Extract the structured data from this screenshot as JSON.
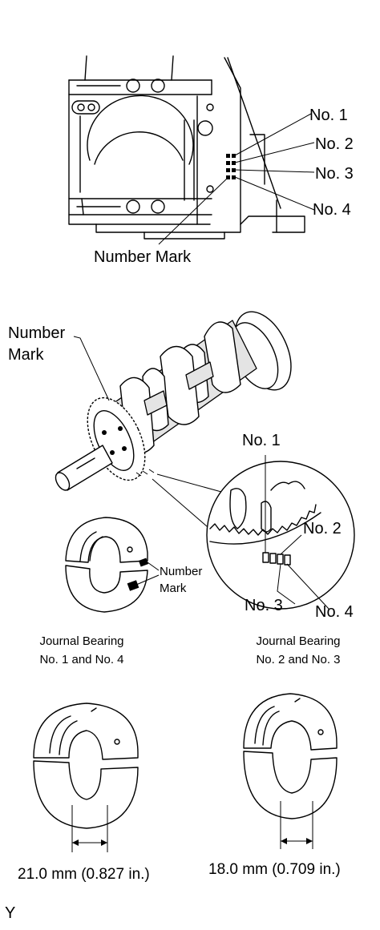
{
  "labels": {
    "cyl_no1": "No. 1",
    "cyl_no2": "No. 2",
    "cyl_no3": "No. 3",
    "cyl_no4": "No. 4",
    "cyl_number_mark": "Number Mark",
    "crank_number_mark_line1": "Number",
    "crank_number_mark_line2": "Mark",
    "detail_no1": "No. 1",
    "detail_no2": "No. 2",
    "detail_no3": "No. 3",
    "detail_no4": "No. 4",
    "bearing_number_mark_line1": "Number",
    "bearing_number_mark_line2": "Mark",
    "bearing_left_caption_line1": "Journal Bearing",
    "bearing_left_caption_line2": "No. 1 and No. 4",
    "bearing_right_caption_line1": "Journal Bearing",
    "bearing_right_caption_line2": "No. 2 and No. 3",
    "width_left": "21.0 mm (0.827 in.)",
    "width_right": "18.0 mm (0.709 in.)",
    "corner_code": "Y"
  }
}
